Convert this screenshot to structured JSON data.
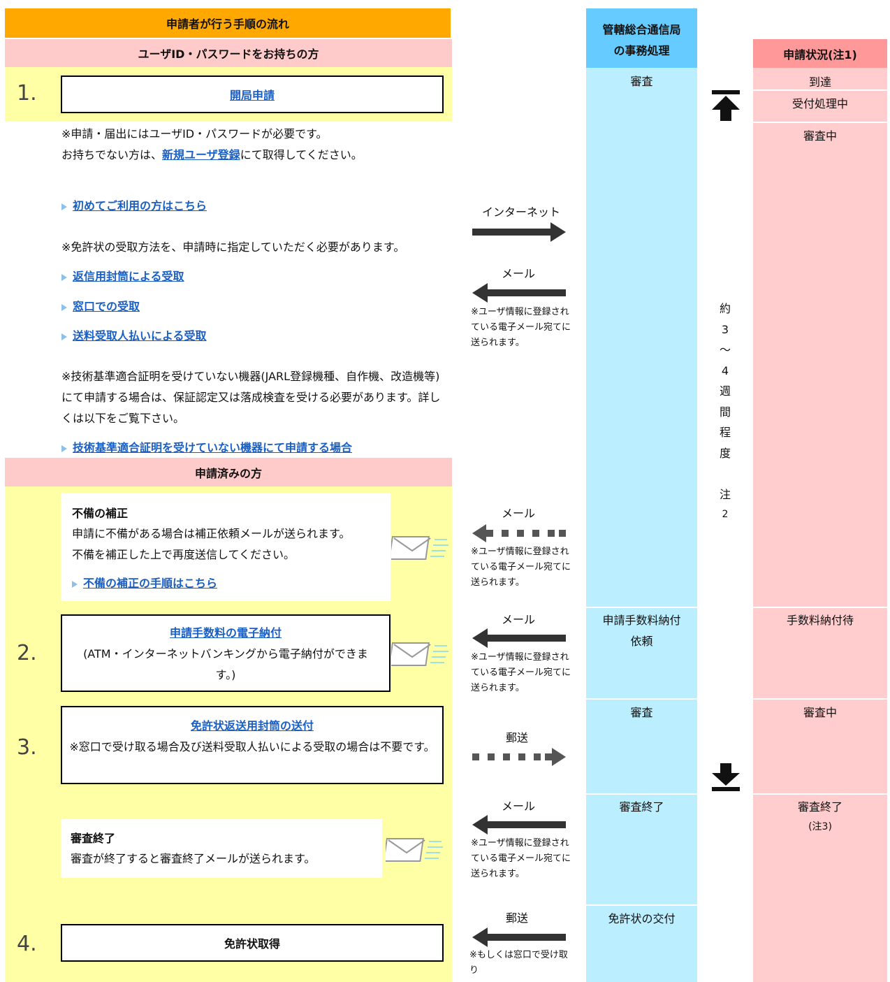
{
  "header": {
    "applicant_flow": "申請者が行う手順の流れ",
    "bureau": [
      "管轄総合通信局",
      "の事務処理"
    ],
    "status": "申請状況(注1)"
  },
  "section_id": "ユーザID・パスワードをお持ちの方",
  "section_done": "申請済みの方",
  "steps": {
    "s1": {
      "num": "1.",
      "label": "開局申請"
    },
    "s2": {
      "num": "2.",
      "label": "申請手数料の電子納付",
      "note": "(ATM・インターネットバンキングから電子納付ができます。)"
    },
    "s3": {
      "num": "3.",
      "label": "免許状返送用封筒の送付",
      "note": "※窓口で受け取る場合及び送料受取人払いによる受取の場合は不要です。"
    },
    "s4": {
      "num": "4.",
      "label": "免許状取得"
    }
  },
  "info": {
    "need_id_1": "※申請・届出にはユーザID・パスワードが必要です。",
    "need_id_2a": "お持ちでない方は、",
    "need_id_link": "新規ユーザ登録",
    "need_id_2b": "にて取得してください。",
    "first_time_link": "初めてご利用の方はこちら",
    "receive_note": "※免許状の受取方法を、申請時に指定していただく必要があります。",
    "receive_links": [
      "返信用封筒による受取",
      "窓口での受取",
      "送料受取人払いによる受取"
    ],
    "tech_note": "※技術基準適合証明を受けていない機器(JARL登録機種、自作機、改造機等)にて申請する場合は、保証認定又は落成検査を受ける必要があります。詳しくは以下をご覧下さい。",
    "tech_link": "技術基準適合証明を受けていない機器にて申請する場合"
  },
  "defect": {
    "title": "不備の補正",
    "text1": "申請に不備がある場合は補正依頼メールが送られます。",
    "text2": "不備を補正した上で再度送信してください。",
    "link": "不備の補正の手順はこちら"
  },
  "review_end": {
    "title": "審査終了",
    "text": "審査が終了すると審査終了メールが送られます。"
  },
  "arrows": {
    "internet": "インターネット",
    "mail": "メール",
    "post": "郵送",
    "mail_note": "※ユーザ情報に登録されている電子メール宛てに送られます。",
    "post_note": "※もしくは窓口で受け取り"
  },
  "bureau_col": [
    "審査",
    "申請手数料納付",
    "依頼",
    "審査",
    "審査終了",
    "免許状の交付"
  ],
  "status_col": [
    "到達",
    "受付処理中",
    "審査中",
    "手数料納付待",
    "審査中",
    "審査終了",
    "(注3)"
  ],
  "duration": [
    "約",
    "3",
    "〜",
    "4",
    "週",
    "間",
    "程",
    "度",
    "",
    "注",
    "2"
  ],
  "colors": {
    "orange": "#FFA800",
    "pink": "#FFCACA",
    "yellow": "#FFFFA6",
    "blue": "#BBEEFF",
    "link": "#1a5fc4"
  }
}
